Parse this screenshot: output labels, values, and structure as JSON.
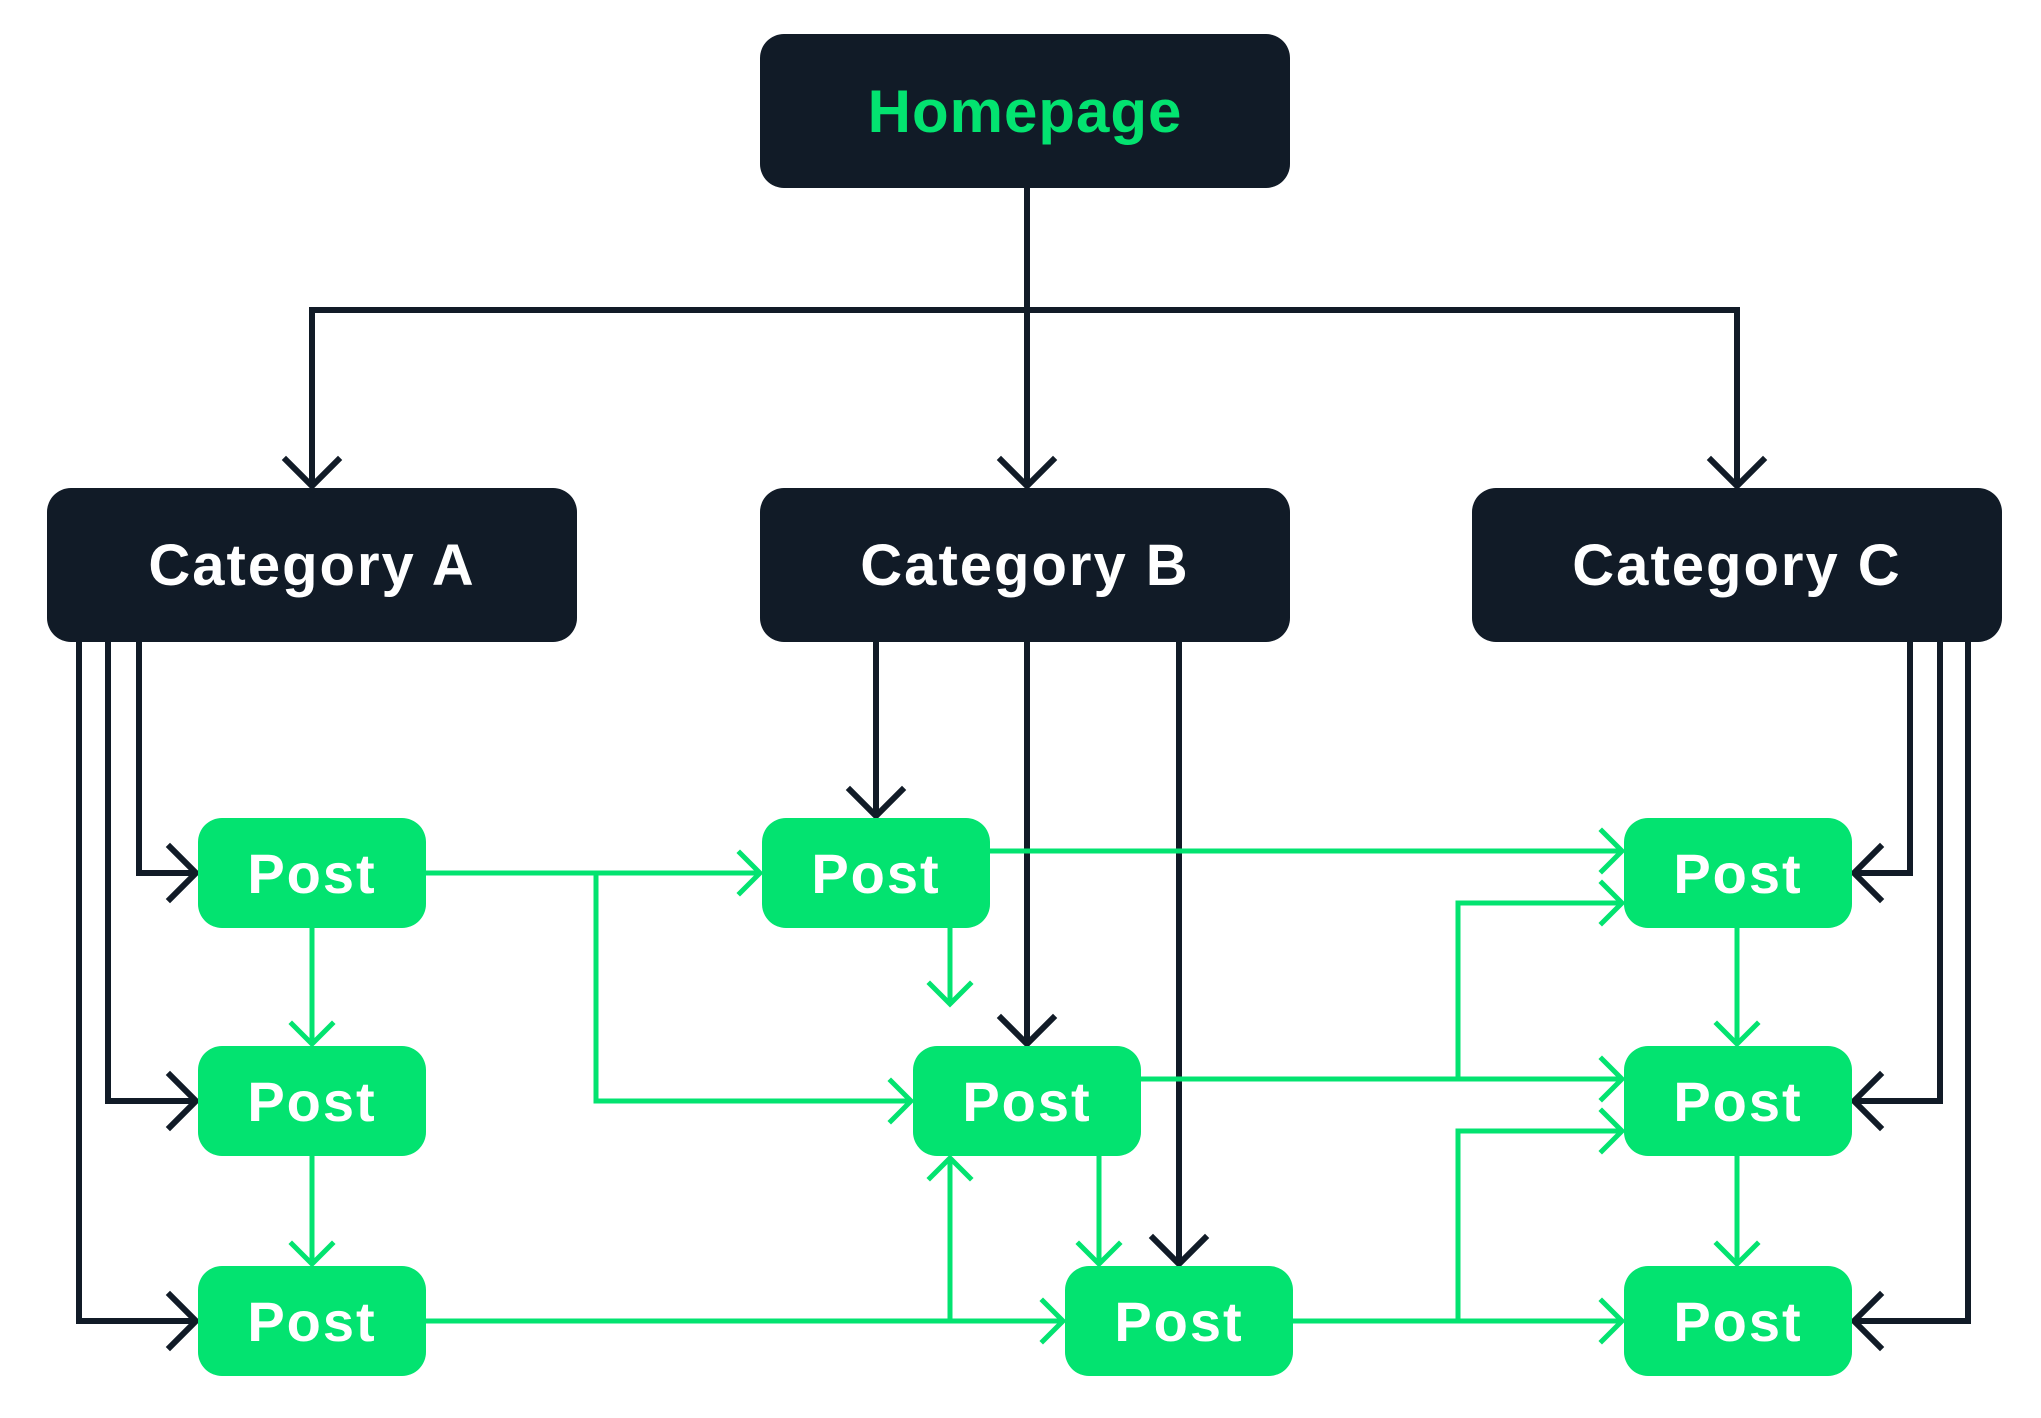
{
  "colors": {
    "dark": "#111b27",
    "green": "#03e370",
    "white": "#ffffff"
  },
  "nodes": {
    "homepage": {
      "label": "Homepage"
    },
    "category_a": {
      "label": "Category A"
    },
    "category_b": {
      "label": "Category B"
    },
    "category_c": {
      "label": "Category C"
    },
    "post_a1": {
      "label": "Post"
    },
    "post_a2": {
      "label": "Post"
    },
    "post_a3": {
      "label": "Post"
    },
    "post_b1": {
      "label": "Post"
    },
    "post_b2": {
      "label": "Post"
    },
    "post_b3": {
      "label": "Post"
    },
    "post_c1": {
      "label": "Post"
    },
    "post_c2": {
      "label": "Post"
    },
    "post_c3": {
      "label": "Post"
    }
  },
  "edges": [
    {
      "from": "homepage",
      "to": "category_a",
      "kind": "dark"
    },
    {
      "from": "homepage",
      "to": "category_b",
      "kind": "dark"
    },
    {
      "from": "homepage",
      "to": "category_c",
      "kind": "dark"
    },
    {
      "from": "category_a",
      "to": "post_a1",
      "kind": "dark"
    },
    {
      "from": "category_a",
      "to": "post_a2",
      "kind": "dark"
    },
    {
      "from": "category_a",
      "to": "post_a3",
      "kind": "dark"
    },
    {
      "from": "category_b",
      "to": "post_b1",
      "kind": "dark"
    },
    {
      "from": "category_b",
      "to": "post_b2",
      "kind": "dark"
    },
    {
      "from": "category_b",
      "to": "post_b3",
      "kind": "dark"
    },
    {
      "from": "category_c",
      "to": "post_c1",
      "kind": "dark"
    },
    {
      "from": "category_c",
      "to": "post_c2",
      "kind": "dark"
    },
    {
      "from": "category_c",
      "to": "post_c3",
      "kind": "dark"
    },
    {
      "from": "post_a1",
      "to": "post_a2",
      "kind": "green"
    },
    {
      "from": "post_a2",
      "to": "post_a3",
      "kind": "green"
    },
    {
      "from": "post_a1",
      "to": "post_b1",
      "kind": "green"
    },
    {
      "from": "post_a1",
      "to": "post_b2",
      "kind": "green"
    },
    {
      "from": "post_a3",
      "to": "post_b3",
      "kind": "green"
    },
    {
      "from": "post_a3",
      "to": "post_b2",
      "kind": "green"
    },
    {
      "from": "post_b1",
      "to": "post_b2",
      "kind": "green"
    },
    {
      "from": "post_b2",
      "to": "post_b3",
      "kind": "green"
    },
    {
      "from": "post_b1",
      "to": "post_c1",
      "kind": "green"
    },
    {
      "from": "post_b2",
      "to": "post_c2",
      "kind": "green"
    },
    {
      "from": "post_b2",
      "to": "post_c1",
      "kind": "green"
    },
    {
      "from": "post_b3",
      "to": "post_c3",
      "kind": "green"
    },
    {
      "from": "post_b3",
      "to": "post_c2",
      "kind": "green"
    },
    {
      "from": "post_c1",
      "to": "post_c2",
      "kind": "green"
    },
    {
      "from": "post_c2",
      "to": "post_c3",
      "kind": "green"
    }
  ]
}
